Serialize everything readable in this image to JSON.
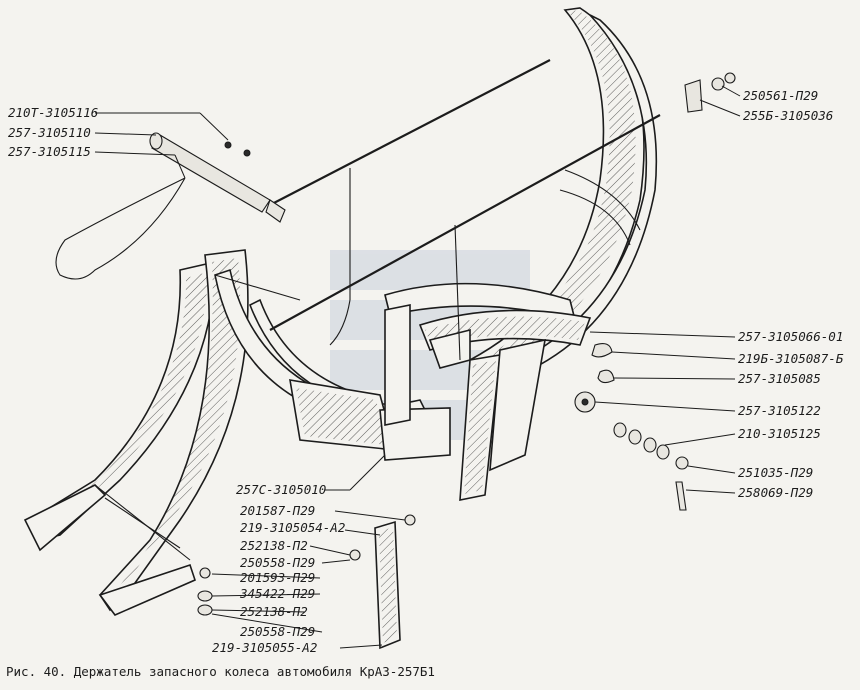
{
  "labels": {
    "l1": "210Т-3105116",
    "l2": "257-3105110",
    "l3": "257-3105115",
    "l4": "250561-П29",
    "l5": "255Б-3105036",
    "l6": "257-3105066-01",
    "l7": "219Б-3105087-Б",
    "l8": "257-3105085",
    "l9": "257-3105122",
    "l10": "210-3105125",
    "l11": "251035-П29",
    "l12": "258069-П29",
    "l13": "257С-3105010",
    "l14": "201587-П29",
    "l15": "219-3105054-А2",
    "l16": "252138-П2",
    "l17": "250558-П29",
    "l18": "201593-П29",
    "l19": "345422-П29",
    "l20": "252138-П2",
    "l21": "250558-П29",
    "l22": "219-3105055-А2"
  },
  "caption": "Рис. 40. Держатель запасного колеса автомобиля КрАЗ-257Б1"
}
